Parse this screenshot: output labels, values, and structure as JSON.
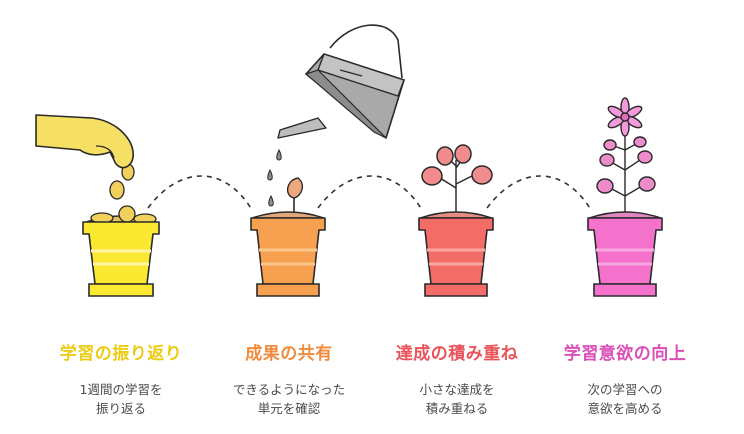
{
  "steps": [
    {
      "title": "学習の振り返り",
      "desc": [
        "1週間の学習を",
        "振り返る"
      ],
      "color": "#ECCC14"
    },
    {
      "title": "成果の共有",
      "desc": [
        "できるようになった",
        "単元を確認"
      ],
      "color": "#F08A3C"
    },
    {
      "title": "達成の積み重ね",
      "desc": [
        "小さな達成を",
        "積み重ねる"
      ],
      "color": "#E8545A"
    },
    {
      "title": "学習意欲の向上",
      "desc": [
        "次の学習への",
        "意欲を高める"
      ],
      "color": "#DA50B8"
    }
  ],
  "pot_colors": [
    "#FBE830",
    "#F7A050",
    "#F46C68",
    "#F472CC"
  ]
}
